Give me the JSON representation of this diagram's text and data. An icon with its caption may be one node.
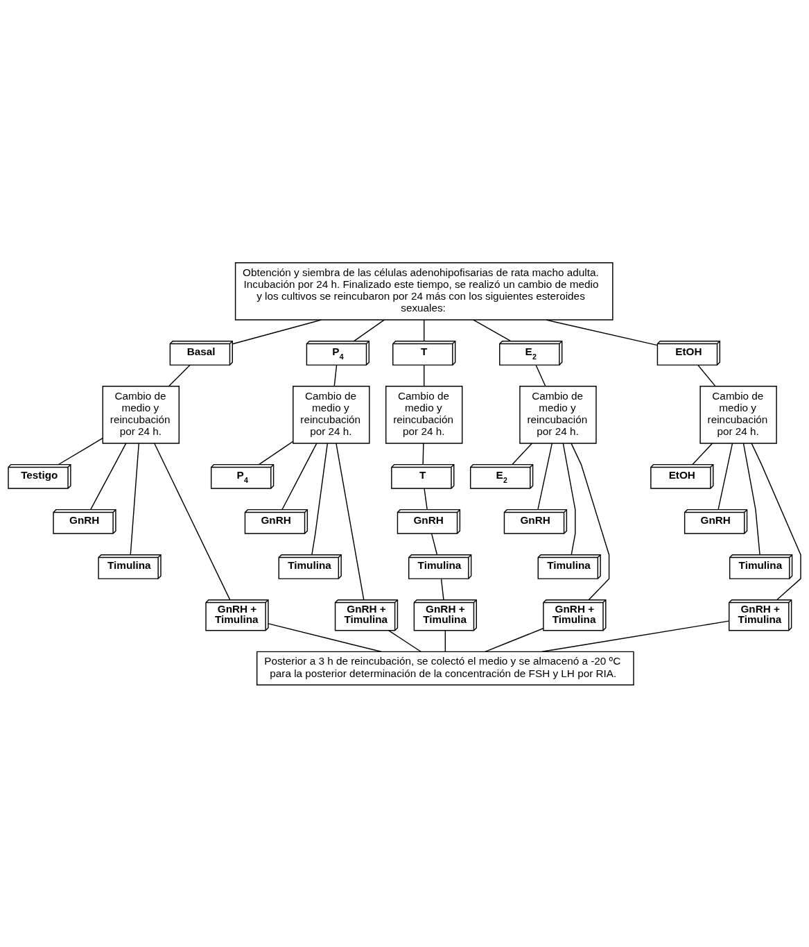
{
  "diagram": {
    "nodes": [
      {
        "text": [
          "Obtención y siembra de las células adenohipofisarias de rata macho adulta. Incubación por 24 h. Finalizado este tiempo, se realizó un cambio de medio y los cultivos se reincubaron por 24 más con los siguientes esteroides sexuales:"
        ]
      },
      {
        "text": [
          "Basal"
        ]
      },
      {
        "text": [
          "P$_{4}$"
        ]
      },
      {
        "text": [
          "T"
        ]
      },
      {
        "text": [
          "E$_{2}$"
        ]
      },
      {
        "text": [
          "EtOH"
        ]
      },
      {
        "text": [
          "Cambio de medio y reincubación por 24 h."
        ]
      },
      {
        "text": [
          "Cambio de medio y reincubación por 24 h."
        ]
      },
      {
        "text": [
          "Cambio de medio y reincubación por 24 h."
        ]
      },
      {
        "text": [
          "Cambio de medio y reincubación por 24 h."
        ]
      },
      {
        "text": [
          "Cambio de medio y reincubación por 24 h."
        ]
      },
      {
        "text": [
          "Testigo"
        ]
      },
      {
        "text": [
          "P$_{4}$"
        ]
      },
      {
        "text": [
          "T"
        ]
      },
      {
        "text": [
          "E$_{2}$"
        ]
      },
      {
        "text": [
          "EtOH"
        ]
      },
      {
        "text": [
          "GnRH"
        ]
      },
      {
        "text": [
          "GnRH"
        ]
      },
      {
        "text": [
          "GnRH"
        ]
      },
      {
        "text": [
          "GnRH"
        ]
      },
      {
        "text": [
          "GnRH"
        ]
      },
      {
        "text": [
          "Timulina"
        ]
      },
      {
        "text": [
          "Timulina"
        ]
      },
      {
        "text": [
          "Timulina"
        ]
      },
      {
        "text": [
          "Timulina"
        ]
      },
      {
        "text": [
          "Timulina"
        ]
      },
      {
        "text": [
          "GnRH + Timulina"
        ]
      },
      {
        "text": [
          "GnRH + Timulina"
        ]
      },
      {
        "text": [
          "GnRH + Timulina"
        ]
      },
      {
        "text": [
          "GnRH + Timulina"
        ]
      },
      {
        "text": [
          "GnRH + Timulina"
        ]
      },
      {
        "text": [
          "Posterior a 3 h de reincubación, se colectó el medio y se almacenó a -20 ºC para la posterior determinación de la concentración de FSH y LH por RIA."
        ]
      }
    ],
    "edges": [
      {
        "from": 0,
        "to": 1,
        "arrow": "none"
      },
      {
        "from": 0,
        "to": 2,
        "arrow": "none"
      },
      {
        "from": 0,
        "to": 3,
        "arrow": "none"
      },
      {
        "from": 0,
        "to": 4,
        "arrow": "none"
      },
      {
        "from": 0,
        "to": 5,
        "arrow": "none"
      },
      {
        "from": 1,
        "to": 6,
        "arrow": "none"
      },
      {
        "from": 2,
        "to": 7,
        "arrow": "none"
      },
      {
        "from": 3,
        "to": 8,
        "arrow": "none"
      },
      {
        "from": 4,
        "to": 9,
        "arrow": "none"
      },
      {
        "from": 5,
        "to": 10,
        "arrow": "none"
      },
      {
        "from": 6,
        "to": 11,
        "arrow": "none"
      },
      {
        "from": 6,
        "to": 16,
        "arrow": "none"
      },
      {
        "from": 6,
        "to": 21,
        "arrow": "none"
      },
      {
        "from": 6,
        "to": 26,
        "arrow": "none"
      },
      {
        "from": 7,
        "to": 12,
        "arrow": "none"
      },
      {
        "from": 7,
        "to": 17,
        "arrow": "none"
      },
      {
        "from": 7,
        "to": 22,
        "arrow": "none"
      },
      {
        "from": 7,
        "to": 27,
        "arrow": "none"
      },
      {
        "from": 8,
        "to": 13,
        "arrow": "none"
      },
      {
        "from": 13,
        "to": 18,
        "arrow": "none"
      },
      {
        "from": 18,
        "to": 23,
        "arrow": "none"
      },
      {
        "from": 23,
        "to": 28,
        "arrow": "none"
      },
      {
        "from": 9,
        "to": 14,
        "arrow": "none"
      },
      {
        "from": 9,
        "to": 19,
        "arrow": "none"
      },
      {
        "from": 9,
        "to": 24,
        "arrow": "none"
      },
      {
        "from": 9,
        "to": 29,
        "arrow": "none"
      },
      {
        "from": 10,
        "to": 15,
        "arrow": "none"
      },
      {
        "from": 10,
        "to": 20,
        "arrow": "none"
      },
      {
        "from": 10,
        "to": 25,
        "arrow": "none"
      },
      {
        "from": 10,
        "to": 30,
        "arrow": "none"
      },
      {
        "from": 26,
        "to": 31,
        "arrow": "none"
      },
      {
        "from": 27,
        "to": 31,
        "arrow": "none"
      },
      {
        "from": 28,
        "to": 31,
        "arrow": "none"
      },
      {
        "from": 29,
        "to": 31,
        "arrow": "none"
      },
      {
        "from": 30,
        "to": 31,
        "arrow": "none"
      }
    ]
  }
}
